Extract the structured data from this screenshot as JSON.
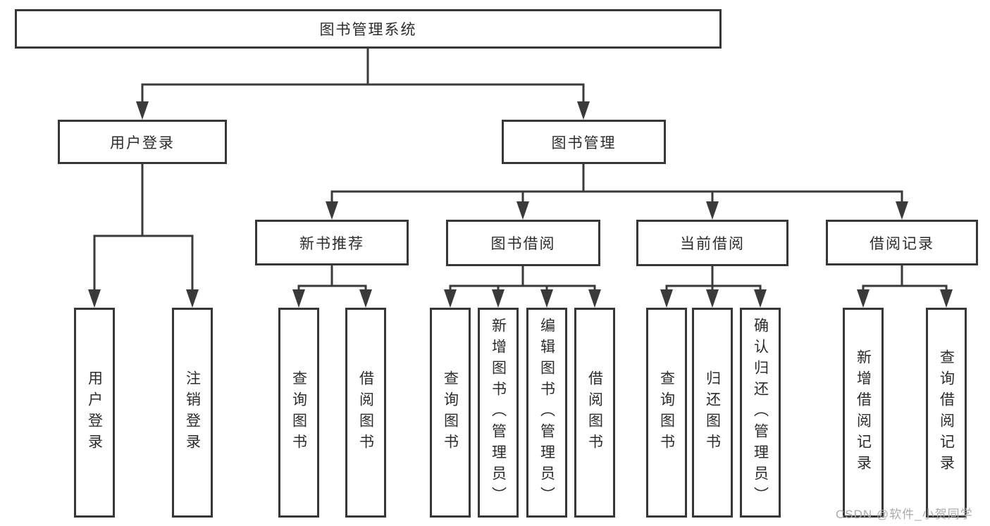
{
  "diagram": {
    "root": {
      "label": "图书管理系统"
    },
    "branches": [
      {
        "label": "用户登录",
        "children": [
          "用户登录",
          "注销登录"
        ]
      },
      {
        "label": "图书管理",
        "sections": [
          {
            "label": "新书推荐",
            "children": [
              "查询图书",
              "借阅图书"
            ]
          },
          {
            "label": "图书借阅",
            "children": [
              "查询图书",
              "新增图书（管理员）",
              "编辑图书（管理员）",
              "借阅图书"
            ]
          },
          {
            "label": "当前借阅",
            "children": [
              "查询图书",
              "归还图书",
              "确认归还（管理员）"
            ]
          },
          {
            "label": "借阅记录",
            "children": [
              "新增借阅记录",
              "查询借阅记录"
            ]
          }
        ]
      }
    ]
  },
  "watermark": {
    "text": "CSDN @软件_小贺同学"
  },
  "colors": {
    "line": "#3a3a3a",
    "text": "#2c2c2c",
    "background": "#ffffff",
    "watermark": "#ababab"
  }
}
